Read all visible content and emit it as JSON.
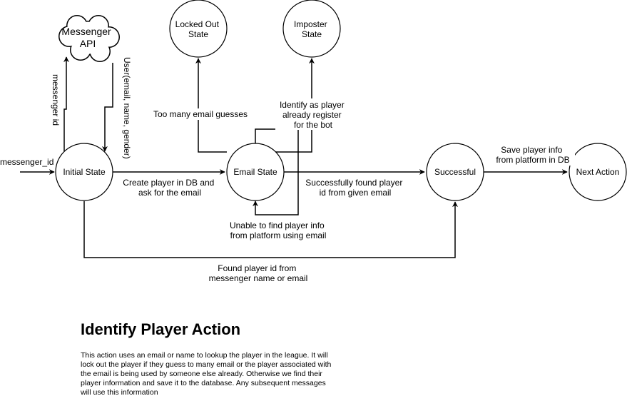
{
  "nodes": {
    "initial_state": "Initial State",
    "email_state": "Email State",
    "successful": "Successful",
    "next_action": "Next Action",
    "locked_out": [
      "Locked Out",
      "State"
    ],
    "imposter": [
      "Imposter",
      "State"
    ],
    "messenger_api": [
      "Messenger",
      "API"
    ]
  },
  "edges": {
    "entry": "messenger_id",
    "messenger_id": "messenger id",
    "user_info": "User(email, name, gender)",
    "create_player": [
      "Create player in DB and",
      "ask for the email"
    ],
    "too_many": "Too many email guesses",
    "identify_as": [
      "Identify as player",
      "already register",
      "for the bot"
    ],
    "found_email": [
      "Successfully found  player",
      "id from given email"
    ],
    "unable": [
      "Unable to find player info",
      "from platform using email"
    ],
    "found_name": [
      "Found player id from",
      "messenger name or email"
    ],
    "save_info": [
      "Save player info",
      "from platform in DB"
    ]
  },
  "doc": {
    "title": "Identify Player Action",
    "description": [
      "This action uses an email or name to lookup the player in the league. It will",
      "lock out the player if they guess to many email or the player associated with",
      "the email is being used by someone else already. Otherwise we find their",
      "player information and save it to the database. Any subsequent messages",
      "will use this information"
    ]
  }
}
